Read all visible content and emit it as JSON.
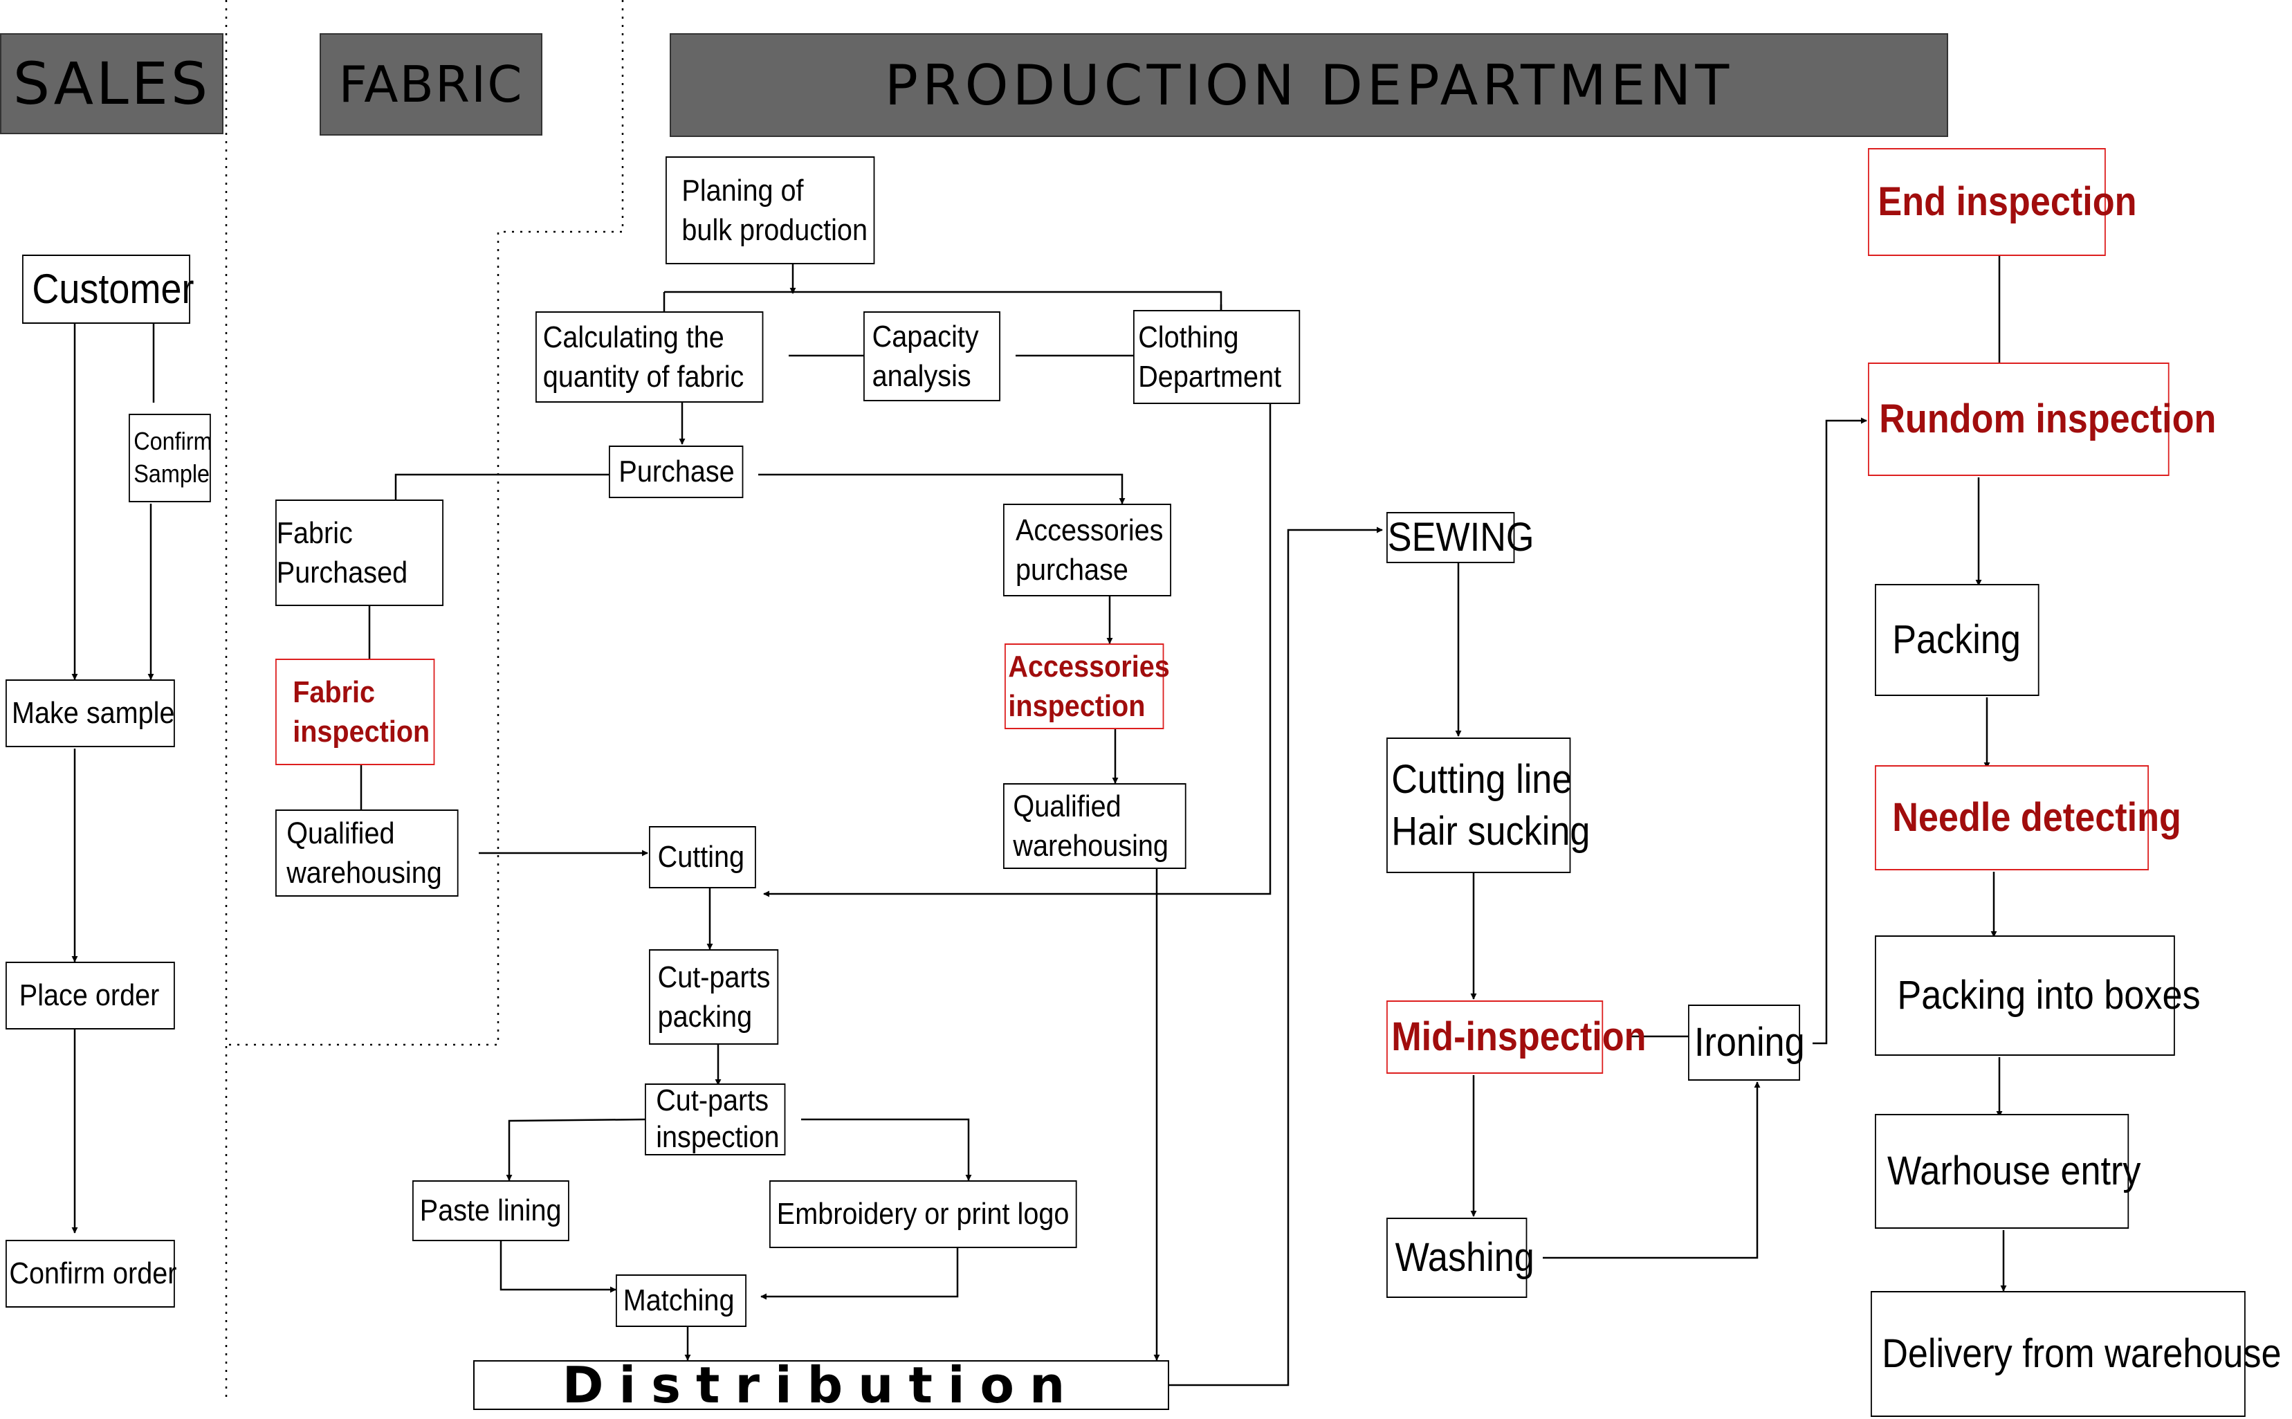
{
  "headers": {
    "sales": "SALES",
    "fabric": "FABRIC",
    "production": "PRODUCTION DEPARTMENT"
  },
  "nodes": {
    "customer": [
      "Customer"
    ],
    "confirm_sample": [
      "Confirm",
      "Sample"
    ],
    "make_sample": [
      "Make sample"
    ],
    "place_order": [
      "Place order"
    ],
    "confirm_order": [
      "Confirm order"
    ],
    "planing": [
      "Planing of",
      "bulk production"
    ],
    "calc_fabric": [
      "Calculating the",
      "quantity of fabric"
    ],
    "capacity": [
      "Capacity",
      "analysis"
    ],
    "clothing_dept": [
      "Clothing",
      "Department"
    ],
    "purchase": [
      "Purchase"
    ],
    "fabric_purchased": [
      "Fabric",
      "Purchased"
    ],
    "fabric_inspection": [
      "Fabric",
      "inspection"
    ],
    "qualified_fabric": [
      "Qualified",
      "warehousing"
    ],
    "accessories_purchase": [
      "Accessories",
      "purchase"
    ],
    "accessories_inspection": [
      "Accessories",
      "inspection"
    ],
    "qualified_accessories": [
      "Qualified",
      "warehousing"
    ],
    "cutting": [
      "Cutting"
    ],
    "cutparts_packing": [
      "Cut-parts",
      "packing"
    ],
    "cutparts_inspection": [
      "Cut-parts",
      "inspection"
    ],
    "paste_lining": [
      "Paste lining"
    ],
    "embroidery": [
      "Embroidery or print logo"
    ],
    "matching": [
      "Matching"
    ],
    "distribution": [
      "Distribution"
    ],
    "sewing": [
      "SEWING"
    ],
    "cutting_line": [
      "Cutting line",
      "Hair sucking"
    ],
    "mid_inspection": [
      "Mid-inspection"
    ],
    "washing": [
      "Washing"
    ],
    "ironing": [
      "Ironing"
    ],
    "end_inspection": [
      "End inspection"
    ],
    "rundom_inspection": [
      "Rundom inspection"
    ],
    "packing": [
      "Packing"
    ],
    "needle_detecting": [
      "Needle detecting"
    ],
    "packing_boxes": [
      "Packing into boxes"
    ],
    "warehouse_entry": [
      "Warhouse entry"
    ],
    "delivery": [
      "Delivery from warehouse"
    ]
  },
  "colors": {
    "header_fill": "#666666",
    "inspection_border": "#dd1f1f",
    "inspection_text": "#a10d0d",
    "line": "#000000"
  }
}
